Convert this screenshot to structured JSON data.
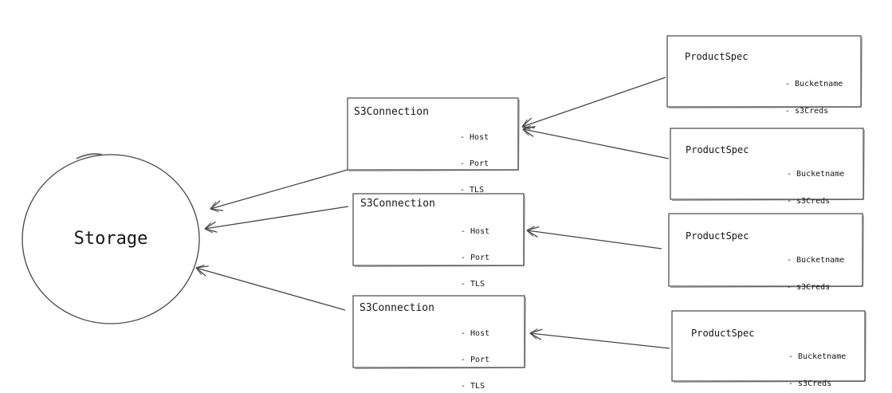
{
  "diagram": {
    "background_color": "#ffffff",
    "stroke_color": "#454545",
    "text_color": "#161616",
    "storage": {
      "label": "Storage",
      "shape": "circle"
    },
    "s3_connections": [
      {
        "title": "S3Connection",
        "attributes": [
          "- Host",
          "- Port",
          "- TLS"
        ]
      },
      {
        "title": "S3Connection",
        "attributes": [
          "- Host",
          "- Port",
          "- TLS"
        ]
      },
      {
        "title": "S3Connection",
        "attributes": [
          "- Host",
          "- Port",
          "- TLS"
        ]
      }
    ],
    "product_specs": [
      {
        "title": "ProductSpec",
        "attributes": [
          "- Bucketname",
          "- s3Creds"
        ]
      },
      {
        "title": "ProductSpec",
        "attributes": [
          "- Bucketname",
          "- s3Creds"
        ]
      },
      {
        "title": "ProductSpec",
        "attributes": [
          "- Bucketname",
          "- s3Creds"
        ]
      },
      {
        "title": "ProductSpec",
        "attributes": [
          "- Bucketname",
          "- s3Creds"
        ]
      }
    ],
    "edges": [
      {
        "from": "ProductSpec-1",
        "to": "S3Connection-1",
        "style": "open-arrow"
      },
      {
        "from": "ProductSpec-2",
        "to": "S3Connection-1",
        "style": "open-arrow"
      },
      {
        "from": "ProductSpec-3",
        "to": "S3Connection-2",
        "style": "open-arrow"
      },
      {
        "from": "ProductSpec-4",
        "to": "S3Connection-3",
        "style": "open-arrow"
      },
      {
        "from": "S3Connection-1",
        "to": "Storage",
        "style": "open-arrow"
      },
      {
        "from": "S3Connection-2",
        "to": "Storage",
        "style": "open-arrow"
      },
      {
        "from": "S3Connection-3",
        "to": "Storage",
        "style": "open-arrow"
      }
    ]
  }
}
